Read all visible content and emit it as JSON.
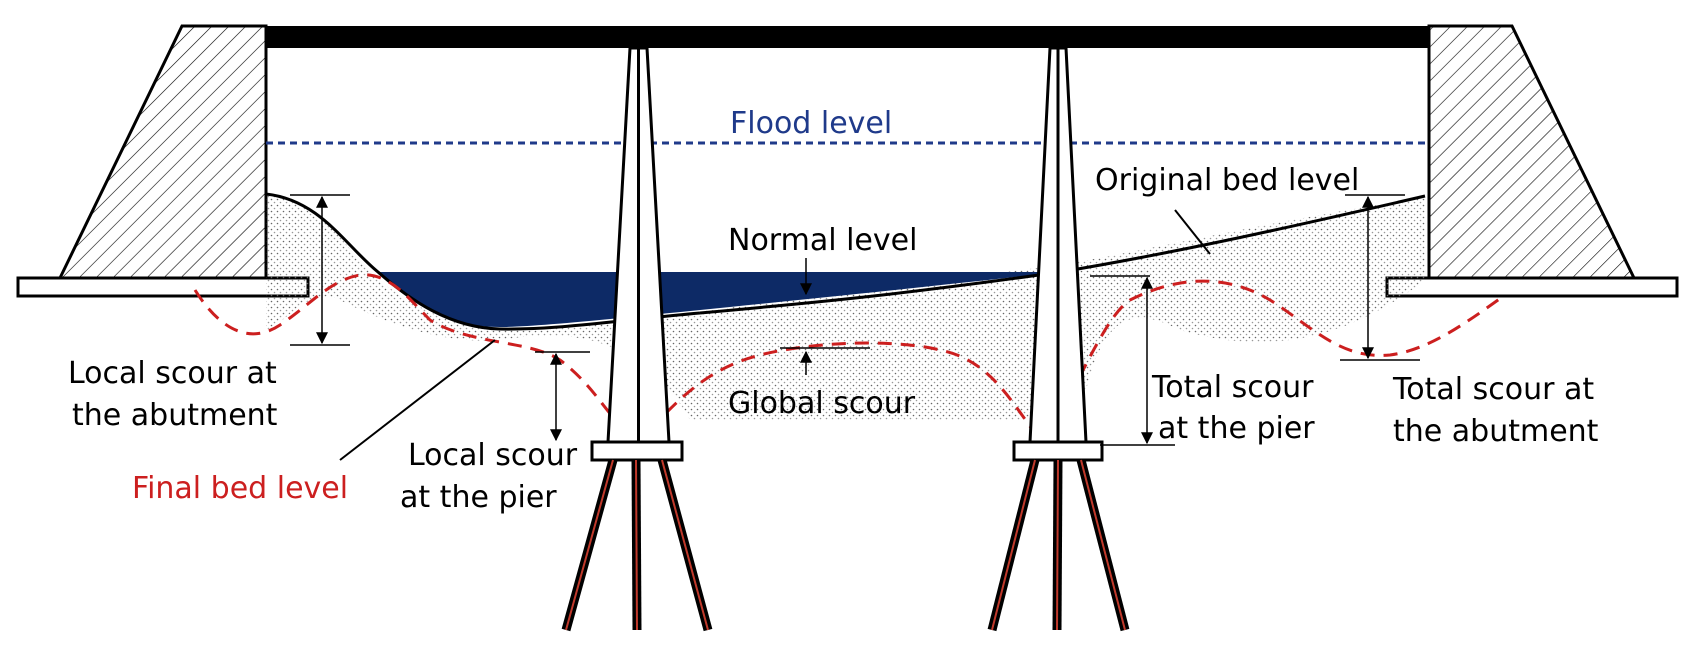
{
  "labels": {
    "flood_level": "Flood level",
    "original_bed_level": "Original bed level",
    "normal_level": "Normal level",
    "global_scour": "Global scour",
    "local_scour_abutment_1": "Local scour at",
    "local_scour_abutment_2": "the abutment",
    "local_scour_pier_1": "Local scour",
    "local_scour_pier_2": "at the pier",
    "total_scour_pier_1": "Total scour",
    "total_scour_pier_2": "at the pier",
    "total_scour_abutment_1": "Total scour at",
    "total_scour_abutment_2": "the abutment",
    "final_bed_level": "Final bed level"
  },
  "colors": {
    "flood_level": "#1f3a8a",
    "water": "#0d2a66",
    "final_bed_level": "#cc1f1f",
    "pile_inner": "#c0392b"
  }
}
